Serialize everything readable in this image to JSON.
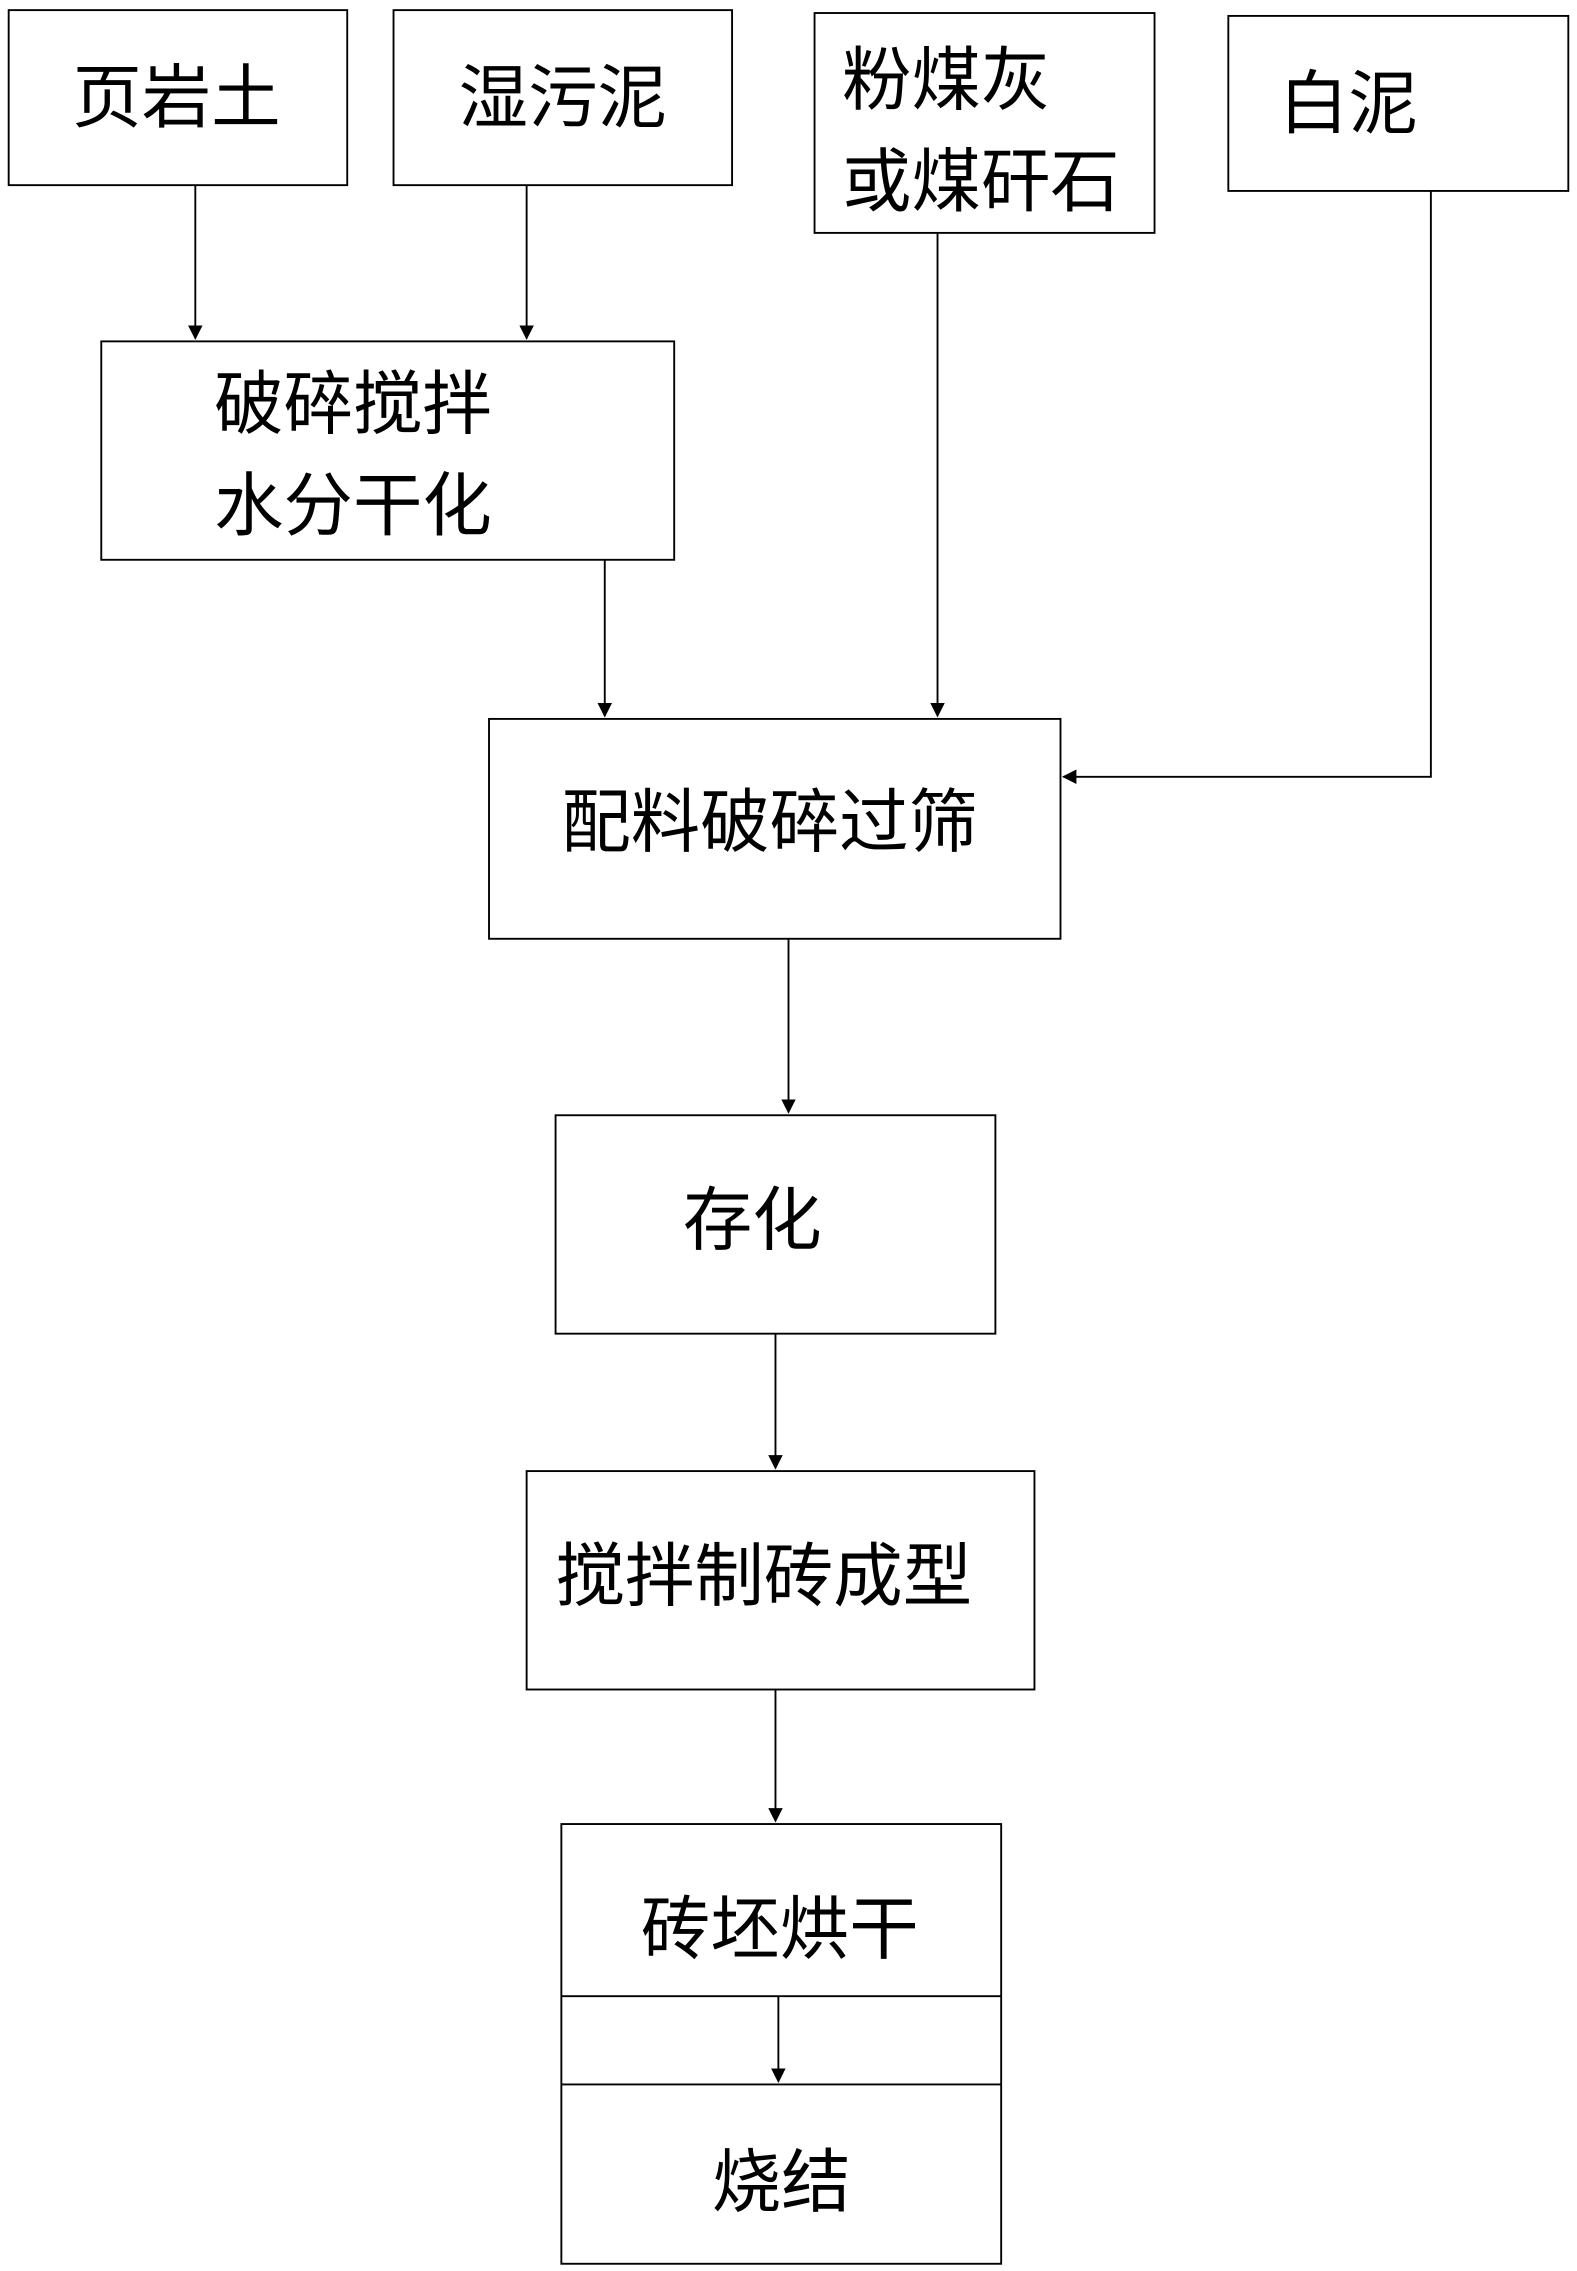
{
  "nodes": {
    "shale": "页岩土",
    "wet_sludge": "湿污泥",
    "fly_ash": [
      "粉煤灰",
      "或煤矸石"
    ],
    "white_mud": "白泥",
    "crush_mix_dry": [
      "破碎搅拌",
      "水分干化"
    ],
    "batch_crush_sieve": "配料破碎过筛",
    "aging": "存化",
    "mix_brick_forming": "搅拌制砖成型",
    "green_brick_drying": "砖坯烘干",
    "sintering": "烧结"
  }
}
